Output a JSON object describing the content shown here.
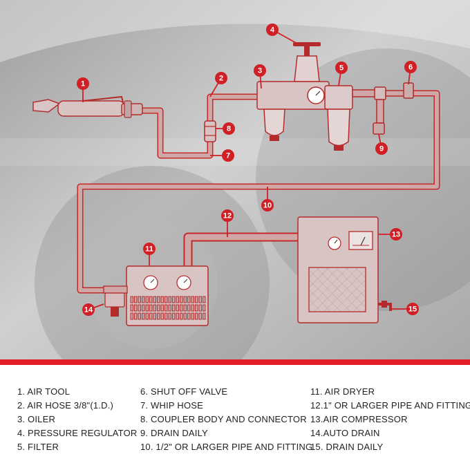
{
  "markers": [
    "1",
    "2",
    "3",
    "4",
    "5",
    "6",
    "7",
    "8",
    "9",
    "10",
    "11",
    "12",
    "13",
    "14",
    "15"
  ],
  "legend": {
    "col1": [
      "1. AIR TOOL",
      "2. AIR HOSE 3/8\"(1.D.)",
      "3. OILER",
      "4. PRESSURE REGULATOR",
      "5. FILTER"
    ],
    "col2": [
      "6. SHUT OFF VALVE",
      "7. WHIP HOSE",
      "8. COUPLER BODY AND CONNECTOR",
      "9. DRAIN DAILY",
      "10. 1/2\" OR LARGER PIPE AND FITTING"
    ],
    "col3": [
      "11. AIR DRYER",
      "12.1\" OR LARGER PIPE AND FITTING",
      "13.AIR COMPRESSOR",
      "14.AUTO DRAIN",
      "15. DRAIN DAILY"
    ]
  },
  "colors": {
    "accent": "#e3202a",
    "pipe": "#c8a0a0",
    "equipment": "#d9c9c9",
    "background": "#bdbdbd"
  }
}
